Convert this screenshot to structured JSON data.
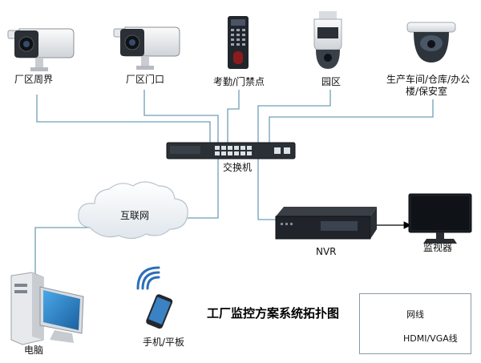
{
  "title": "工厂监控方案系统拓扑图",
  "nodes": {
    "cam_boundary": "厂区周界",
    "cam_gate": "厂区门口",
    "access_control": "考勤/门禁点",
    "ptz_park": "园区",
    "dome_workshop_line1": "生产车间/仓库/办公",
    "dome_workshop_line2": "楼/保安室",
    "switch": "交换机",
    "internet": "互联网",
    "nvr": "NVR",
    "monitor": "监视器",
    "pc": "电脑",
    "mobile": "手机/平板"
  },
  "legend": {
    "network": "网线",
    "hdmi": "HDMI/VGA线"
  },
  "colors": {
    "network_line": "#6f9fb8",
    "hdmi_line": "#000000",
    "device_dark": "#2b2f36",
    "device_light": "#eef0f2",
    "wifi": "#2c6fb5"
  }
}
